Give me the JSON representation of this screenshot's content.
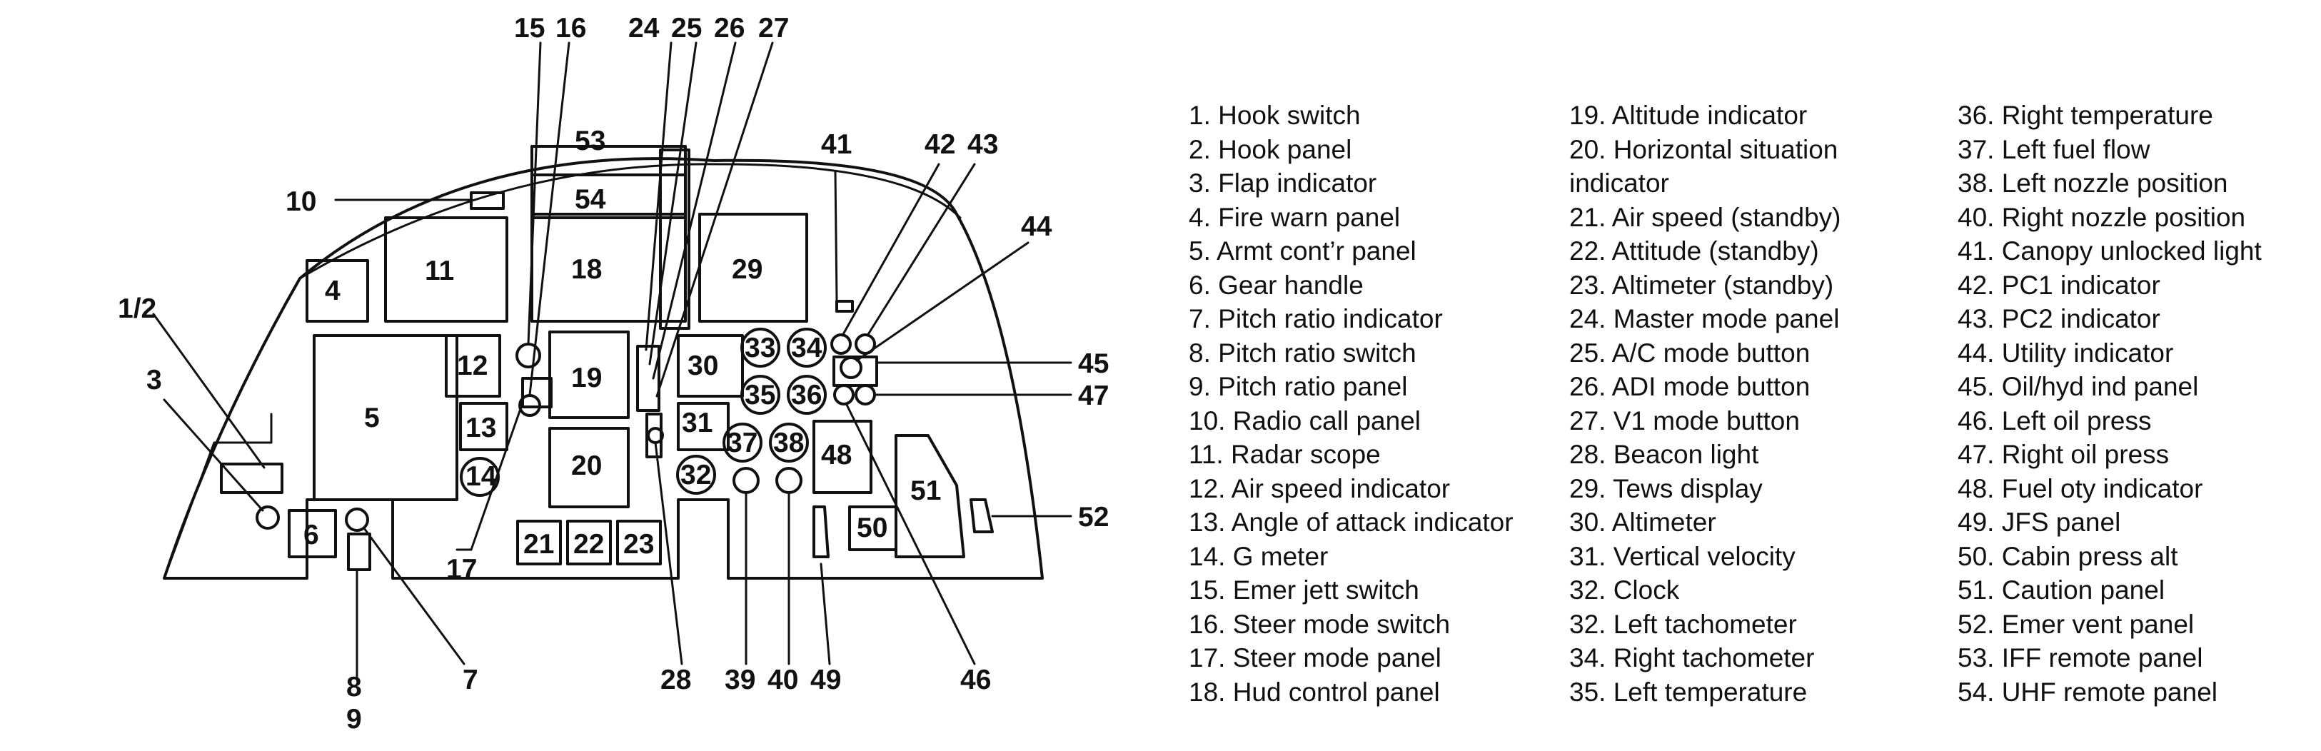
{
  "diagram": {
    "panel_labels": {
      "p1_2": "1/2",
      "p3": "3",
      "p4": "4",
      "p5": "5",
      "p6": "6",
      "p7": "7",
      "p8": "8",
      "p9": "9",
      "p10": "10",
      "p11": "11",
      "p12": "12",
      "p13": "13",
      "p14": "14",
      "p15": "15",
      "p16": "16",
      "p17": "17",
      "p18": "18",
      "p19": "19",
      "p20": "20",
      "p21": "21",
      "p22": "22",
      "p23": "23",
      "p24": "24",
      "p25": "25",
      "p26": "26",
      "p27": "27",
      "p28": "28",
      "p29": "29",
      "p30": "30",
      "p31": "31",
      "p32": "32",
      "p33": "33",
      "p34": "34",
      "p35": "35",
      "p36": "36",
      "p37": "37",
      "p38": "38",
      "p39": "39",
      "p40": "40",
      "p41": "41",
      "p42": "42",
      "p43": "43",
      "p44": "44",
      "p45": "45",
      "p46": "46",
      "p47": "47",
      "p48": "48",
      "p49": "49",
      "p50": "50",
      "p51": "51",
      "p52": "52",
      "p53": "53",
      "p54": "54"
    }
  },
  "legend": {
    "column1": [
      "1. Hook switch",
      "2. Hook panel",
      "3. Flap indicator",
      "4. Fire warn panel",
      "5. Armt cont’r panel",
      "6. Gear handle",
      "7. Pitch ratio indicator",
      "8. Pitch ratio switch",
      "9. Pitch ratio panel",
      "10. Radio call panel",
      "11. Radar scope",
      "12. Air speed indicator",
      "13. Angle of attack indicator",
      "14. G meter",
      "15. Emer jett switch",
      "16. Steer mode switch",
      "17. Steer mode panel",
      "18. Hud control panel"
    ],
    "column2": [
      "19. Altitude indicator",
      "20. Horizontal situation indicator",
      "21. Air speed (standby)",
      "22. Attitude (standby)",
      "23. Altimeter (standby)",
      "24. Master mode panel",
      "25. A/C mode button",
      "26. ADI mode button",
      "27. V1 mode button",
      "28. Beacon light",
      "29. Tews display",
      "30. Altimeter",
      "31. Vertical velocity",
      "32. Clock",
      "32. Left tachometer",
      "34. Right tachometer",
      "35. Left temperature"
    ],
    "column3": [
      "36. Right temperature",
      "37. Left fuel flow",
      "38. Left nozzle position",
      "40. Right nozzle position",
      "41. Canopy unlocked light",
      "42. PC1 indicator",
      "43. PC2 indicator",
      "44. Utility indicator",
      "45. Oil/hyd ind panel",
      "46. Left oil press",
      "47. Right oil press",
      "48. Fuel oty indicator",
      "49. JFS panel",
      "50. Cabin press alt",
      "51. Caution panel",
      "52. Emer vent panel",
      "53. IFF remote panel",
      "54. UHF remote panel"
    ]
  }
}
